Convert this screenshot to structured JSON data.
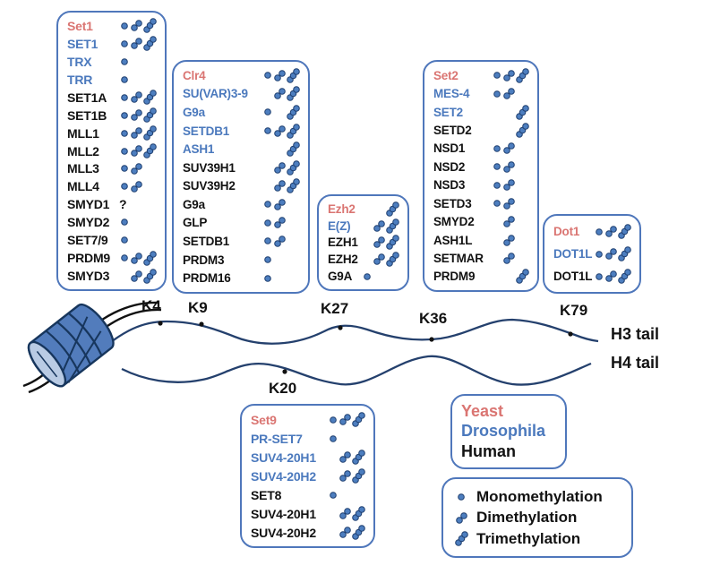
{
  "organism_colors": {
    "yeast": "#da7572",
    "drosophila": "#4b79bd",
    "human": "#121212"
  },
  "mark_icon_colors": {
    "fill": "#4d7ebf",
    "stroke": "#1d3d6e"
  },
  "box_border_color": "#4f77bb",
  "unknown_mark": "?",
  "residues": {
    "k4": "K4",
    "k9": "K9",
    "k27": "K27",
    "k36": "K36",
    "k79": "K79",
    "k20": "K20"
  },
  "tails": {
    "h3": "H3 tail",
    "h4": "H4 tail"
  },
  "boxes": {
    "k4": {
      "rows": [
        {
          "name": "Set1",
          "organism": "yeast",
          "marks": [
            "mono",
            "di",
            "tri"
          ]
        },
        {
          "name": "SET1",
          "organism": "drosophila",
          "marks": [
            "mono",
            "di",
            "tri"
          ]
        },
        {
          "name": "TRX",
          "organism": "drosophila",
          "marks": [
            "mono"
          ]
        },
        {
          "name": "TRR",
          "organism": "drosophila",
          "marks": [
            "mono"
          ]
        },
        {
          "name": "SET1A",
          "organism": "human",
          "marks": [
            "mono",
            "di",
            "tri"
          ]
        },
        {
          "name": "SET1B",
          "organism": "human",
          "marks": [
            "mono",
            "di",
            "tri"
          ]
        },
        {
          "name": "MLL1",
          "organism": "human",
          "marks": [
            "mono",
            "di",
            "tri"
          ]
        },
        {
          "name": "MLL2",
          "organism": "human",
          "marks": [
            "mono",
            "di",
            "tri"
          ]
        },
        {
          "name": "MLL3",
          "organism": "human",
          "marks": [
            "mono",
            "di"
          ]
        },
        {
          "name": "MLL4",
          "organism": "human",
          "marks": [
            "mono",
            "di"
          ]
        },
        {
          "name": "SMYD1",
          "organism": "human",
          "marks": [
            "?"
          ]
        },
        {
          "name": "SMYD2",
          "organism": "human",
          "marks": [
            "mono"
          ]
        },
        {
          "name": "SET7/9",
          "organism": "human",
          "marks": [
            "mono"
          ]
        },
        {
          "name": "PRDM9",
          "organism": "human",
          "marks": [
            "mono",
            "di",
            "tri"
          ]
        },
        {
          "name": "SMYD3",
          "organism": "human",
          "marks": [
            "di",
            "tri"
          ]
        }
      ]
    },
    "k9": {
      "rows": [
        {
          "name": "Clr4",
          "organism": "yeast",
          "marks": [
            "mono",
            "di",
            "tri"
          ]
        },
        {
          "name": "SU(VAR)3-9",
          "organism": "drosophila",
          "marks": [
            "di",
            "tri"
          ]
        },
        {
          "name": "G9a",
          "organism": "drosophila",
          "marks": [
            "mono",
            "tri"
          ]
        },
        {
          "name": "SETDB1",
          "organism": "drosophila",
          "marks": [
            "mono",
            "di",
            "tri"
          ]
        },
        {
          "name": "ASH1",
          "organism": "drosophila",
          "marks": [
            "tri"
          ]
        },
        {
          "name": "SUV39H1",
          "organism": "human",
          "marks": [
            "di",
            "tri"
          ]
        },
        {
          "name": "SUV39H2",
          "organism": "human",
          "marks": [
            "di",
            "tri"
          ]
        },
        {
          "name": "G9a",
          "organism": "human",
          "marks": [
            "mono",
            "di"
          ]
        },
        {
          "name": "GLP",
          "organism": "human",
          "marks": [
            "mono",
            "di"
          ]
        },
        {
          "name": "SETDB1",
          "organism": "human",
          "marks": [
            "mono",
            "di"
          ]
        },
        {
          "name": "PRDM3",
          "organism": "human",
          "marks": [
            "mono"
          ]
        },
        {
          "name": "PRDM16",
          "organism": "human",
          "marks": [
            "mono"
          ]
        }
      ]
    },
    "k27": {
      "rows": [
        {
          "name": "Ezh2",
          "organism": "yeast",
          "marks": [
            "tri"
          ]
        },
        {
          "name": "E(Z)",
          "organism": "drosophila",
          "marks": [
            "di",
            "tri"
          ]
        },
        {
          "name": "EZH1",
          "organism": "human",
          "marks": [
            "di",
            "tri"
          ]
        },
        {
          "name": "EZH2",
          "organism": "human",
          "marks": [
            "di",
            "tri"
          ]
        },
        {
          "name": "G9A",
          "organism": "human",
          "marks": [
            "mono"
          ]
        }
      ]
    },
    "k36": {
      "rows": [
        {
          "name": "Set2",
          "organism": "yeast",
          "marks": [
            "mono",
            "di",
            "tri"
          ]
        },
        {
          "name": "MES-4",
          "organism": "drosophila",
          "marks": [
            "mono",
            "di"
          ]
        },
        {
          "name": "SET2",
          "organism": "drosophila",
          "marks": [
            "tri"
          ]
        },
        {
          "name": "SETD2",
          "organism": "human",
          "marks": [
            "tri"
          ]
        },
        {
          "name": "NSD1",
          "organism": "human",
          "marks": [
            "mono",
            "di"
          ]
        },
        {
          "name": "NSD2",
          "organism": "human",
          "marks": [
            "mono",
            "di"
          ]
        },
        {
          "name": "NSD3",
          "organism": "human",
          "marks": [
            "mono",
            "di"
          ]
        },
        {
          "name": "SETD3",
          "organism": "human",
          "marks": [
            "mono",
            "di"
          ]
        },
        {
          "name": "SMYD2",
          "organism": "human",
          "marks": [
            "di"
          ]
        },
        {
          "name": "ASH1L",
          "organism": "human",
          "marks": [
            "di"
          ]
        },
        {
          "name": "SETMAR",
          "organism": "human",
          "marks": [
            "di"
          ]
        },
        {
          "name": "PRDM9",
          "organism": "human",
          "marks": [
            "tri"
          ]
        }
      ]
    },
    "k79": {
      "rows": [
        {
          "name": "Dot1",
          "organism": "yeast",
          "marks": [
            "mono",
            "di",
            "tri"
          ]
        },
        {
          "name": "DOT1L",
          "organism": "drosophila",
          "marks": [
            "mono",
            "di",
            "tri"
          ]
        },
        {
          "name": "DOT1L",
          "organism": "human",
          "marks": [
            "mono",
            "di",
            "tri"
          ]
        }
      ]
    },
    "k20": {
      "rows": [
        {
          "name": "Set9",
          "organism": "yeast",
          "marks": [
            "mono",
            "di",
            "tri"
          ]
        },
        {
          "name": "PR-SET7",
          "organism": "drosophila",
          "marks": [
            "mono"
          ]
        },
        {
          "name": "SUV4-20H1",
          "organism": "drosophila",
          "marks": [
            "di",
            "tri"
          ]
        },
        {
          "name": "SUV4-20H2",
          "organism": "drosophila",
          "marks": [
            "di",
            "tri"
          ]
        },
        {
          "name": "SET8",
          "organism": "human",
          "marks": [
            "mono"
          ]
        },
        {
          "name": "SUV4-20H1",
          "organism": "human",
          "marks": [
            "di",
            "tri"
          ]
        },
        {
          "name": "SUV4-20H2",
          "organism": "human",
          "marks": [
            "di",
            "tri"
          ]
        }
      ]
    }
  },
  "legend_organism": {
    "items": [
      {
        "label": "Yeast",
        "organism": "yeast"
      },
      {
        "label": "Drosophila",
        "organism": "drosophila"
      },
      {
        "label": "Human",
        "organism": "human"
      }
    ]
  },
  "legend_methylation": {
    "items": [
      {
        "label": "Monomethylation",
        "mark": "mono"
      },
      {
        "label": "Dimethylation",
        "mark": "di"
      },
      {
        "label": "Trimethylation",
        "mark": "tri"
      }
    ]
  }
}
